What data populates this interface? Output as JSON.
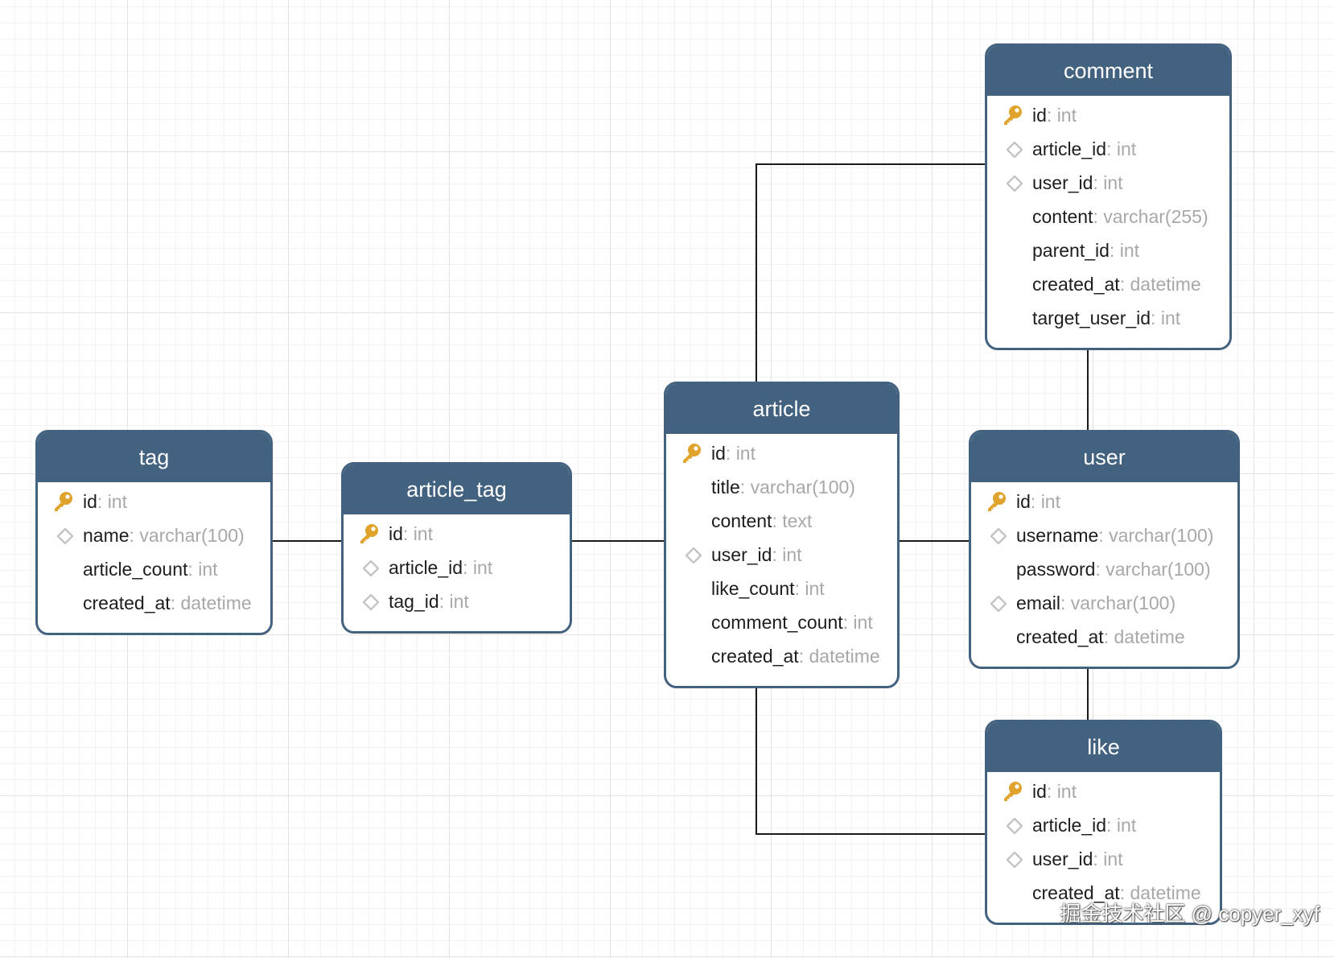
{
  "entities": [
    {
      "id": "tag",
      "title": "tag",
      "fields": [
        {
          "name": "id",
          "type": "int",
          "icon": "key-icon"
        },
        {
          "name": "name",
          "type": "varchar(100)",
          "icon": "diamond-icon"
        },
        {
          "name": "article_count",
          "type": "int",
          "icon": ""
        },
        {
          "name": "created_at",
          "type": "datetime",
          "icon": ""
        }
      ]
    },
    {
      "id": "article-tag",
      "title": "article_tag",
      "fields": [
        {
          "name": "id",
          "type": "int",
          "icon": "key-icon"
        },
        {
          "name": "article_id",
          "type": "int",
          "icon": "diamond-icon"
        },
        {
          "name": "tag_id",
          "type": "int",
          "icon": "diamond-icon"
        }
      ]
    },
    {
      "id": "article",
      "title": "article",
      "fields": [
        {
          "name": "id",
          "type": "int",
          "icon": "key-icon"
        },
        {
          "name": "title",
          "type": "varchar(100)",
          "icon": ""
        },
        {
          "name": "content",
          "type": "text",
          "icon": ""
        },
        {
          "name": "user_id",
          "type": "int",
          "icon": "diamond-icon"
        },
        {
          "name": "like_count",
          "type": "int",
          "icon": ""
        },
        {
          "name": "comment_count",
          "type": "int",
          "icon": ""
        },
        {
          "name": "created_at",
          "type": "datetime",
          "icon": ""
        }
      ]
    },
    {
      "id": "comment",
      "title": "comment",
      "fields": [
        {
          "name": "id",
          "type": "int",
          "icon": "key-icon"
        },
        {
          "name": "article_id",
          "type": "int",
          "icon": "diamond-icon"
        },
        {
          "name": "user_id",
          "type": "int",
          "icon": "diamond-icon"
        },
        {
          "name": "content",
          "type": "varchar(255)",
          "icon": ""
        },
        {
          "name": "parent_id",
          "type": "int",
          "icon": ""
        },
        {
          "name": "created_at",
          "type": "datetime",
          "icon": ""
        },
        {
          "name": "target_user_id",
          "type": "int",
          "icon": ""
        }
      ]
    },
    {
      "id": "user",
      "title": "user",
      "fields": [
        {
          "name": "id",
          "type": "int",
          "icon": "key-icon"
        },
        {
          "name": "username",
          "type": "varchar(100)",
          "icon": "diamond-icon"
        },
        {
          "name": "password",
          "type": "varchar(100)",
          "icon": ""
        },
        {
          "name": "email",
          "type": "varchar(100)",
          "icon": "diamond-icon"
        },
        {
          "name": "created_at",
          "type": "datetime",
          "icon": ""
        }
      ]
    },
    {
      "id": "like",
      "title": "like",
      "fields": [
        {
          "name": "id",
          "type": "int",
          "icon": "key-icon"
        },
        {
          "name": "article_id",
          "type": "int",
          "icon": "diamond-icon"
        },
        {
          "name": "user_id",
          "type": "int",
          "icon": "diamond-icon"
        },
        {
          "name": "created_at",
          "type": "datetime",
          "icon": ""
        }
      ]
    }
  ],
  "relations": [
    {
      "from": "tag",
      "to": "article-tag"
    },
    {
      "from": "article-tag",
      "to": "article"
    },
    {
      "from": "article",
      "to": "user"
    },
    {
      "from": "article",
      "to": "comment"
    },
    {
      "from": "comment",
      "to": "user"
    },
    {
      "from": "user",
      "to": "like"
    },
    {
      "from": "article",
      "to": "like"
    }
  ],
  "colors": {
    "header": "#43627f",
    "key": "#e0a32b",
    "diamond": "#c4c4c4",
    "line": "#1a1a1a",
    "type_text": "#a8a8a8"
  },
  "watermark": "掘金技术社区 @ copyer_xyf"
}
